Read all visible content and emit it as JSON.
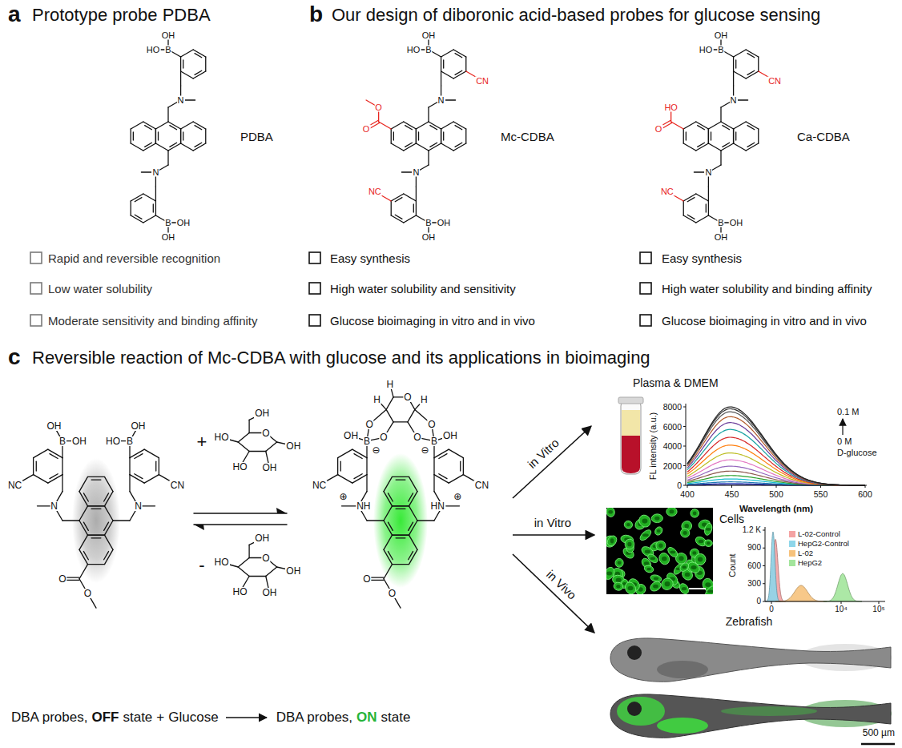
{
  "diagram": {
    "labels": [
      "a",
      "Prototype probe PDBA",
      "b",
      "Our design of diboronic acid-based probes for glucose sensing",
      "OH",
      "HO",
      "B",
      "N",
      "N",
      "B",
      "OH",
      "OH",
      "PDBA",
      "OH",
      "HO",
      "B",
      "CN",
      "N",
      "O",
      "O",
      "N",
      "NC",
      "B",
      "OH",
      "OH",
      "Mc-CDBA",
      "OH",
      "HO",
      "B",
      "CN",
      "N",
      "HO",
      "O",
      "N",
      "NC",
      "B",
      "OH",
      "OH",
      "Ca-CDBA",
      "Rapid and reversible recognition",
      "Low water solubility",
      "Moderate sensitivity and binding affinity",
      "Easy synthesis",
      "High water solubility and sensitivity",
      "Glucose bioimaging in vitro and in vivo",
      "Easy synthesis",
      "High water solubility and binding affinity",
      "Glucose bioimaging in vitro and in vivo",
      "c",
      "Reversible reaction of Mc-CDBA with glucose and its applications in bioimaging",
      "OH",
      "OH",
      "B",
      "OH",
      "HO",
      "B",
      "NC",
      "CN",
      "N",
      "N",
      "O",
      "O",
      "+",
      "OH",
      "O",
      "HO",
      "HO",
      "OH",
      "OH",
      "-",
      "OH",
      "O",
      "HO",
      "HO",
      "OH",
      "OH",
      "O",
      "O",
      "O",
      "O",
      "O",
      "H",
      "H",
      "H",
      "B",
      "⊖",
      "OH",
      "B",
      "⊖",
      "OH",
      "NC",
      "CN",
      "⊕",
      "NH",
      "⊕",
      "HN",
      "O",
      "O",
      "in Vitro",
      "in Vitro",
      "in Vivo",
      "Plasma & DMEM",
      "8000",
      "6000",
      "4000",
      "2000",
      "0",
      "400",
      "450",
      "500",
      "550",
      "600",
      "FL intensity (a.u.)",
      "Wavelength (nm)",
      "0.1 M",
      "0 M",
      "D-glucose",
      "Cells",
      "1.2 K",
      "900",
      "600",
      "300",
      "0",
      "0",
      "10⁴",
      "10⁵",
      "Count",
      "Zebrafish",
      "500 µm",
      "DBA probes,",
      "OFF",
      "state",
      "+",
      "Glucose",
      "DBA probes,",
      "ON",
      "state"
    ],
    "legend": [
      {
        "text": "L-02-Control",
        "color": "#f4a3a3"
      },
      {
        "text": "HepG2-Control",
        "color": "#8ed6ea"
      },
      {
        "text": "L-02",
        "color": "#f6c27c"
      },
      {
        "text": "HepG2",
        "color": "#a3e59c"
      }
    ]
  }
}
